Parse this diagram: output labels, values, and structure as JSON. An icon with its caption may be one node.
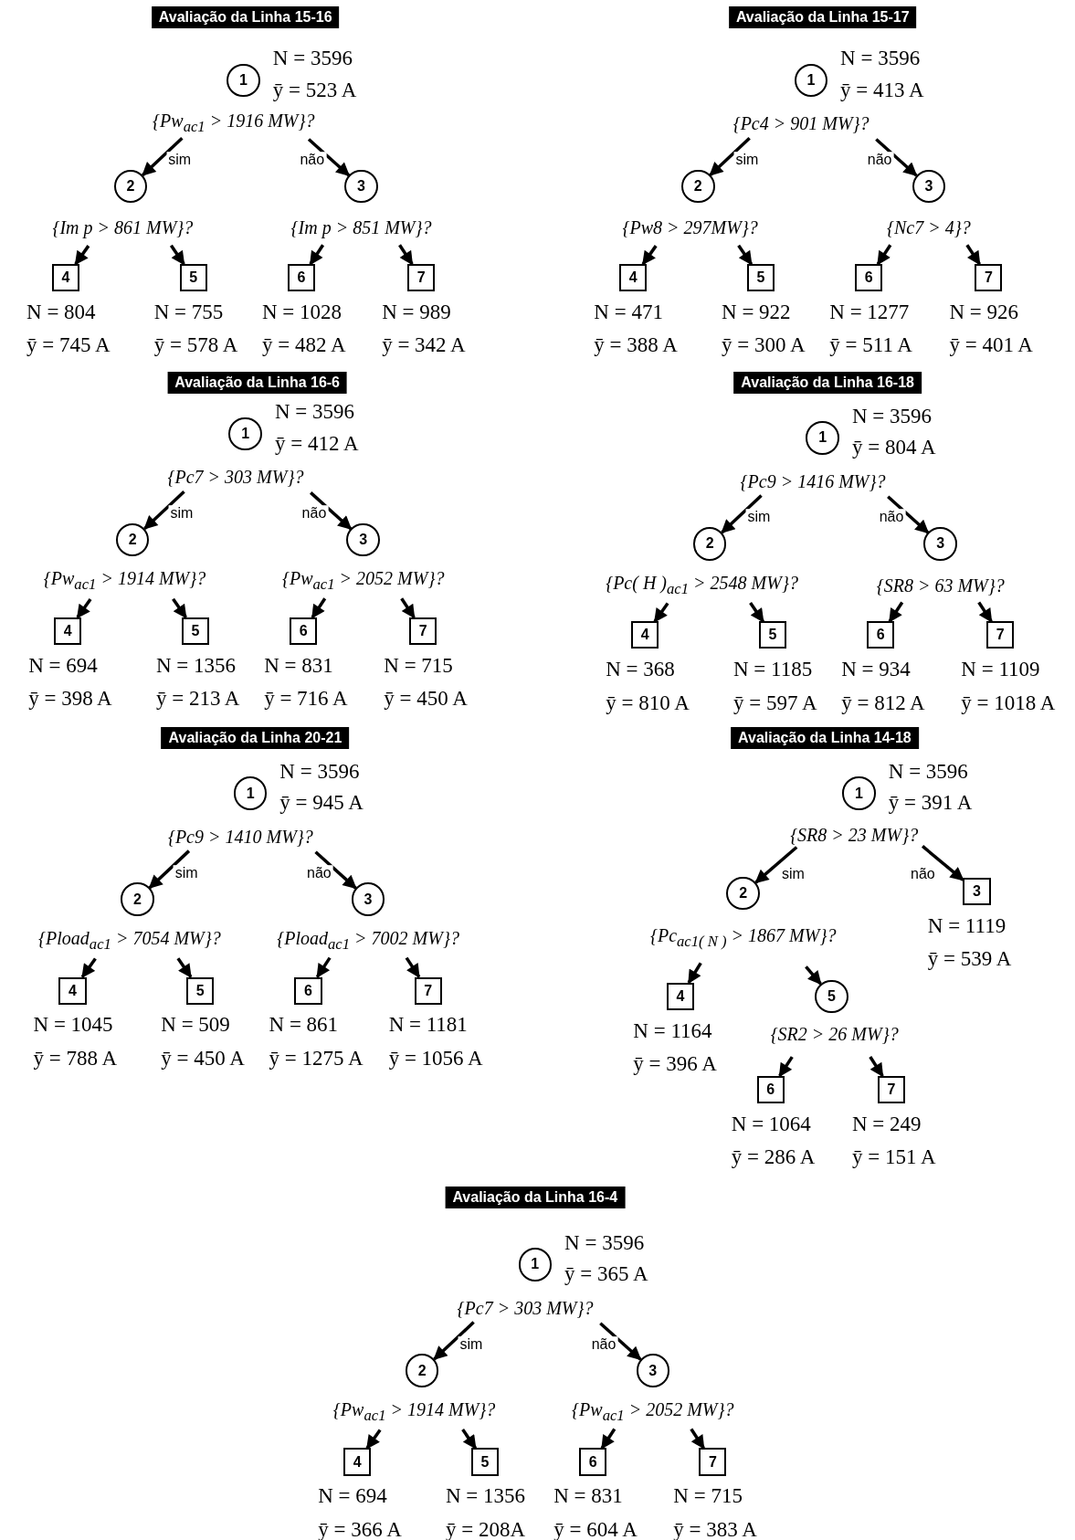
{
  "diagram": {
    "nodes": [
      {
        "text": [
          "Avaliação da Linha 15-16"
        ]
      },
      {
        "text": [
          "1"
        ],
        "beside": [
          "N = 3596",
          "ȳ = 523 A",
          "{Pw$_{ac1}$ > 1916 MW}?"
        ]
      },
      {
        "text": [
          "2"
        ],
        "beside": [
          "{Im p > 861 MW}?"
        ]
      },
      {
        "text": [
          "3"
        ],
        "beside": [
          "{Im p > 851 MW}?"
        ]
      },
      {
        "text": [
          "4"
        ],
        "beside": [
          "N = 804",
          "ȳ = 745 A"
        ]
      },
      {
        "text": [
          "5"
        ],
        "beside": [
          "N = 755",
          "ȳ = 578 A"
        ]
      },
      {
        "text": [
          "6"
        ],
        "beside": [
          "N = 1028",
          "ȳ = 482 A"
        ]
      },
      {
        "text": [
          "7"
        ],
        "beside": [
          "N = 989",
          "ȳ = 342 A"
        ]
      },
      {
        "text": [
          "Avaliação da Linha 15-17"
        ]
      },
      {
        "text": [
          "1"
        ],
        "beside": [
          "N = 3596",
          "ȳ = 413 A",
          "{Pc4 > 901 MW}?"
        ]
      },
      {
        "text": [
          "2"
        ],
        "beside": [
          "{Pw8 > 297MW}?"
        ]
      },
      {
        "text": [
          "3"
        ],
        "beside": [
          "{Nc7 > 4}?"
        ]
      },
      {
        "text": [
          "4"
        ],
        "beside": [
          "N = 471",
          "ȳ = 388 A"
        ]
      },
      {
        "text": [
          "5"
        ],
        "beside": [
          "N = 922",
          "ȳ = 300 A"
        ]
      },
      {
        "text": [
          "6"
        ],
        "beside": [
          "N = 1277",
          "ȳ = 511 A"
        ]
      },
      {
        "text": [
          "7"
        ],
        "beside": [
          "N = 926",
          "ȳ = 401 A"
        ]
      },
      {
        "text": [
          "Avaliação da Linha 16-6"
        ]
      },
      {
        "text": [
          "1"
        ],
        "beside": [
          "N = 3596",
          "ȳ = 412 A",
          "{Pc7 > 303 MW}?"
        ]
      },
      {
        "text": [
          "2"
        ],
        "beside": [
          "{Pw$_{ac1}$ > 1914 MW}?"
        ]
      },
      {
        "text": [
          "3"
        ],
        "beside": [
          "{Pw$_{ac1}$ > 2052 MW}?"
        ]
      },
      {
        "text": [
          "4"
        ],
        "beside": [
          "N = 694",
          "ȳ = 398 A"
        ]
      },
      {
        "text": [
          "5"
        ],
        "beside": [
          "N = 1356",
          "ȳ = 213 A"
        ]
      },
      {
        "text": [
          "6"
        ],
        "beside": [
          "N = 831",
          "ȳ = 716 A"
        ]
      },
      {
        "text": [
          "7"
        ],
        "beside": [
          "N = 715",
          "ȳ = 450 A"
        ]
      },
      {
        "text": [
          "Avaliação da Linha 16-18"
        ]
      },
      {
        "text": [
          "1"
        ],
        "beside": [
          "N = 3596",
          "ȳ = 804 A",
          "{Pc9 > 1416 MW}?"
        ]
      },
      {
        "text": [
          "2"
        ],
        "beside": [
          "{Pc( H )$_{ac1}$ > 2548 MW}?"
        ]
      },
      {
        "text": [
          "3"
        ],
        "beside": [
          "{SR8 > 63 MW}?"
        ]
      },
      {
        "text": [
          "4"
        ],
        "beside": [
          "N = 368",
          "ȳ = 810 A"
        ]
      },
      {
        "text": [
          "5"
        ],
        "beside": [
          "N = 1185",
          "ȳ = 597 A"
        ]
      },
      {
        "text": [
          "6"
        ],
        "beside": [
          "N = 934",
          "ȳ = 812 A"
        ]
      },
      {
        "text": [
          "7"
        ],
        "beside": [
          "N = 1109",
          "ȳ = 1018 A"
        ]
      },
      {
        "text": [
          "Avaliação da Linha 20-21"
        ]
      },
      {
        "text": [
          "1"
        ],
        "beside": [
          "N = 3596",
          "ȳ = 945 A",
          "{Pc9 > 1410 MW}?"
        ]
      },
      {
        "text": [
          "2"
        ],
        "beside": [
          "{Pload$_{ac1}$ > 7054 MW}?"
        ]
      },
      {
        "text": [
          "3"
        ],
        "beside": [
          "{Pload$_{ac1}$ > 7002 MW}?"
        ]
      },
      {
        "text": [
          "4"
        ],
        "beside": [
          "N = 1045",
          "ȳ = 788 A"
        ]
      },
      {
        "text": [
          "5"
        ],
        "beside": [
          "N = 509",
          "ȳ = 450 A"
        ]
      },
      {
        "text": [
          "6"
        ],
        "beside": [
          "N = 861",
          "ȳ = 1275 A"
        ]
      },
      {
        "text": [
          "7"
        ],
        "beside": [
          "N = 1181",
          "ȳ = 1056 A"
        ]
      },
      {
        "text": [
          "Avaliação da Linha 14-18"
        ]
      },
      {
        "text": [
          "1"
        ],
        "beside": [
          "N = 3596",
          "ȳ = 391 A",
          "{SR8 > 23 MW}?"
        ]
      },
      {
        "text": [
          "2"
        ],
        "beside": [
          "{Pc$_{ac1( N )}$ > 1867 MW}?"
        ]
      },
      {
        "text": [
          "3"
        ],
        "beside": [
          "N = 1119",
          "ȳ = 539 A"
        ]
      },
      {
        "text": [
          "4"
        ],
        "beside": [
          "N = 1164",
          "ȳ = 396 A"
        ]
      },
      {
        "text": [
          "5"
        ],
        "beside": [
          "{SR2 > 26 MW}?"
        ]
      },
      {
        "text": [
          "6"
        ],
        "beside": [
          "N = 1064",
          "ȳ = 286 A"
        ]
      },
      {
        "text": [
          "7"
        ],
        "beside": [
          "N = 249",
          "ȳ = 151 A"
        ]
      },
      {
        "text": [
          "Avaliação da Linha 16-4"
        ]
      },
      {
        "text": [
          "1"
        ],
        "beside": [
          "N = 3596",
          "ȳ = 365 A",
          "{Pc7 > 303 MW}?"
        ]
      },
      {
        "text": [
          "2"
        ],
        "beside": [
          "{Pw$_{ac1}$ > 1914 MW}?"
        ]
      },
      {
        "text": [
          "3"
        ],
        "beside": [
          "{Pw$_{ac1}$ > 2052 MW}?"
        ]
      },
      {
        "text": [
          "4"
        ],
        "beside": [
          "N = 694",
          "ȳ = 366 A"
        ]
      },
      {
        "text": [
          "5"
        ],
        "beside": [
          "N = 1356",
          "ȳ = 208A"
        ]
      },
      {
        "text": [
          "6"
        ],
        "beside": [
          "N = 831",
          "ȳ = 604 A"
        ]
      },
      {
        "text": [
          "7"
        ],
        "beside": [
          "N = 715",
          "ȳ = 383 A"
        ]
      }
    ],
    "edges": [
      {
        "from": 1,
        "to": 2,
        "arrow": "to",
        "label": "sim"
      },
      {
        "from": 1,
        "to": 3,
        "arrow": "to",
        "label": "não"
      },
      {
        "from": 2,
        "to": 4,
        "arrow": "to"
      },
      {
        "from": 2,
        "to": 5,
        "arrow": "to"
      },
      {
        "from": 3,
        "to": 6,
        "arrow": "to"
      },
      {
        "from": 3,
        "to": 7,
        "arrow": "to"
      },
      {
        "from": 9,
        "to": 10,
        "arrow": "to",
        "label": "sim"
      },
      {
        "from": 9,
        "to": 11,
        "arrow": "to",
        "label": "não"
      },
      {
        "from": 10,
        "to": 12,
        "arrow": "to"
      },
      {
        "from": 10,
        "to": 13,
        "arrow": "to"
      },
      {
        "from": 11,
        "to": 14,
        "arrow": "to"
      },
      {
        "from": 11,
        "to": 15,
        "arrow": "to"
      },
      {
        "from": 17,
        "to": 18,
        "arrow": "to",
        "label": "sim"
      },
      {
        "from": 17,
        "to": 19,
        "arrow": "to",
        "label": "não"
      },
      {
        "from": 18,
        "to": 20,
        "arrow": "to"
      },
      {
        "from": 18,
        "to": 21,
        "arrow": "to"
      },
      {
        "from": 19,
        "to": 22,
        "arrow": "to"
      },
      {
        "from": 19,
        "to": 23,
        "arrow": "to"
      },
      {
        "from": 25,
        "to": 26,
        "arrow": "to",
        "label": "sim"
      },
      {
        "from": 25,
        "to": 27,
        "arrow": "to",
        "label": "não"
      },
      {
        "from": 26,
        "to": 28,
        "arrow": "to"
      },
      {
        "from": 26,
        "to": 29,
        "arrow": "to"
      },
      {
        "from": 27,
        "to": 30,
        "arrow": "to"
      },
      {
        "from": 27,
        "to": 31,
        "arrow": "to"
      },
      {
        "from": 33,
        "to": 34,
        "arrow": "to",
        "label": "sim"
      },
      {
        "from": 33,
        "to": 35,
        "arrow": "to",
        "label": "não"
      },
      {
        "from": 34,
        "to": 36,
        "arrow": "to"
      },
      {
        "from": 34,
        "to": 37,
        "arrow": "to"
      },
      {
        "from": 35,
        "to": 38,
        "arrow": "to"
      },
      {
        "from": 35,
        "to": 39,
        "arrow": "to"
      },
      {
        "from": 41,
        "to": 42,
        "arrow": "to",
        "label": "sim"
      },
      {
        "from": 41,
        "to": 43,
        "arrow": "to",
        "label": "não"
      },
      {
        "from": 42,
        "to": 44,
        "arrow": "to"
      },
      {
        "from": 42,
        "to": 45,
        "arrow": "to"
      },
      {
        "from": 45,
        "to": 46,
        "arrow": "to"
      },
      {
        "from": 45,
        "to": 47,
        "arrow": "to"
      },
      {
        "from": 49,
        "to": 50,
        "arrow": "to",
        "label": "sim"
      },
      {
        "from": 49,
        "to": 51,
        "arrow": "to",
        "label": "não"
      },
      {
        "from": 50,
        "to": 52,
        "arrow": "to"
      },
      {
        "from": 50,
        "to": 53,
        "arrow": "to"
      },
      {
        "from": 51,
        "to": 54,
        "arrow": "to"
      },
      {
        "from": 51,
        "to": 55,
        "arrow": "to"
      }
    ]
  }
}
